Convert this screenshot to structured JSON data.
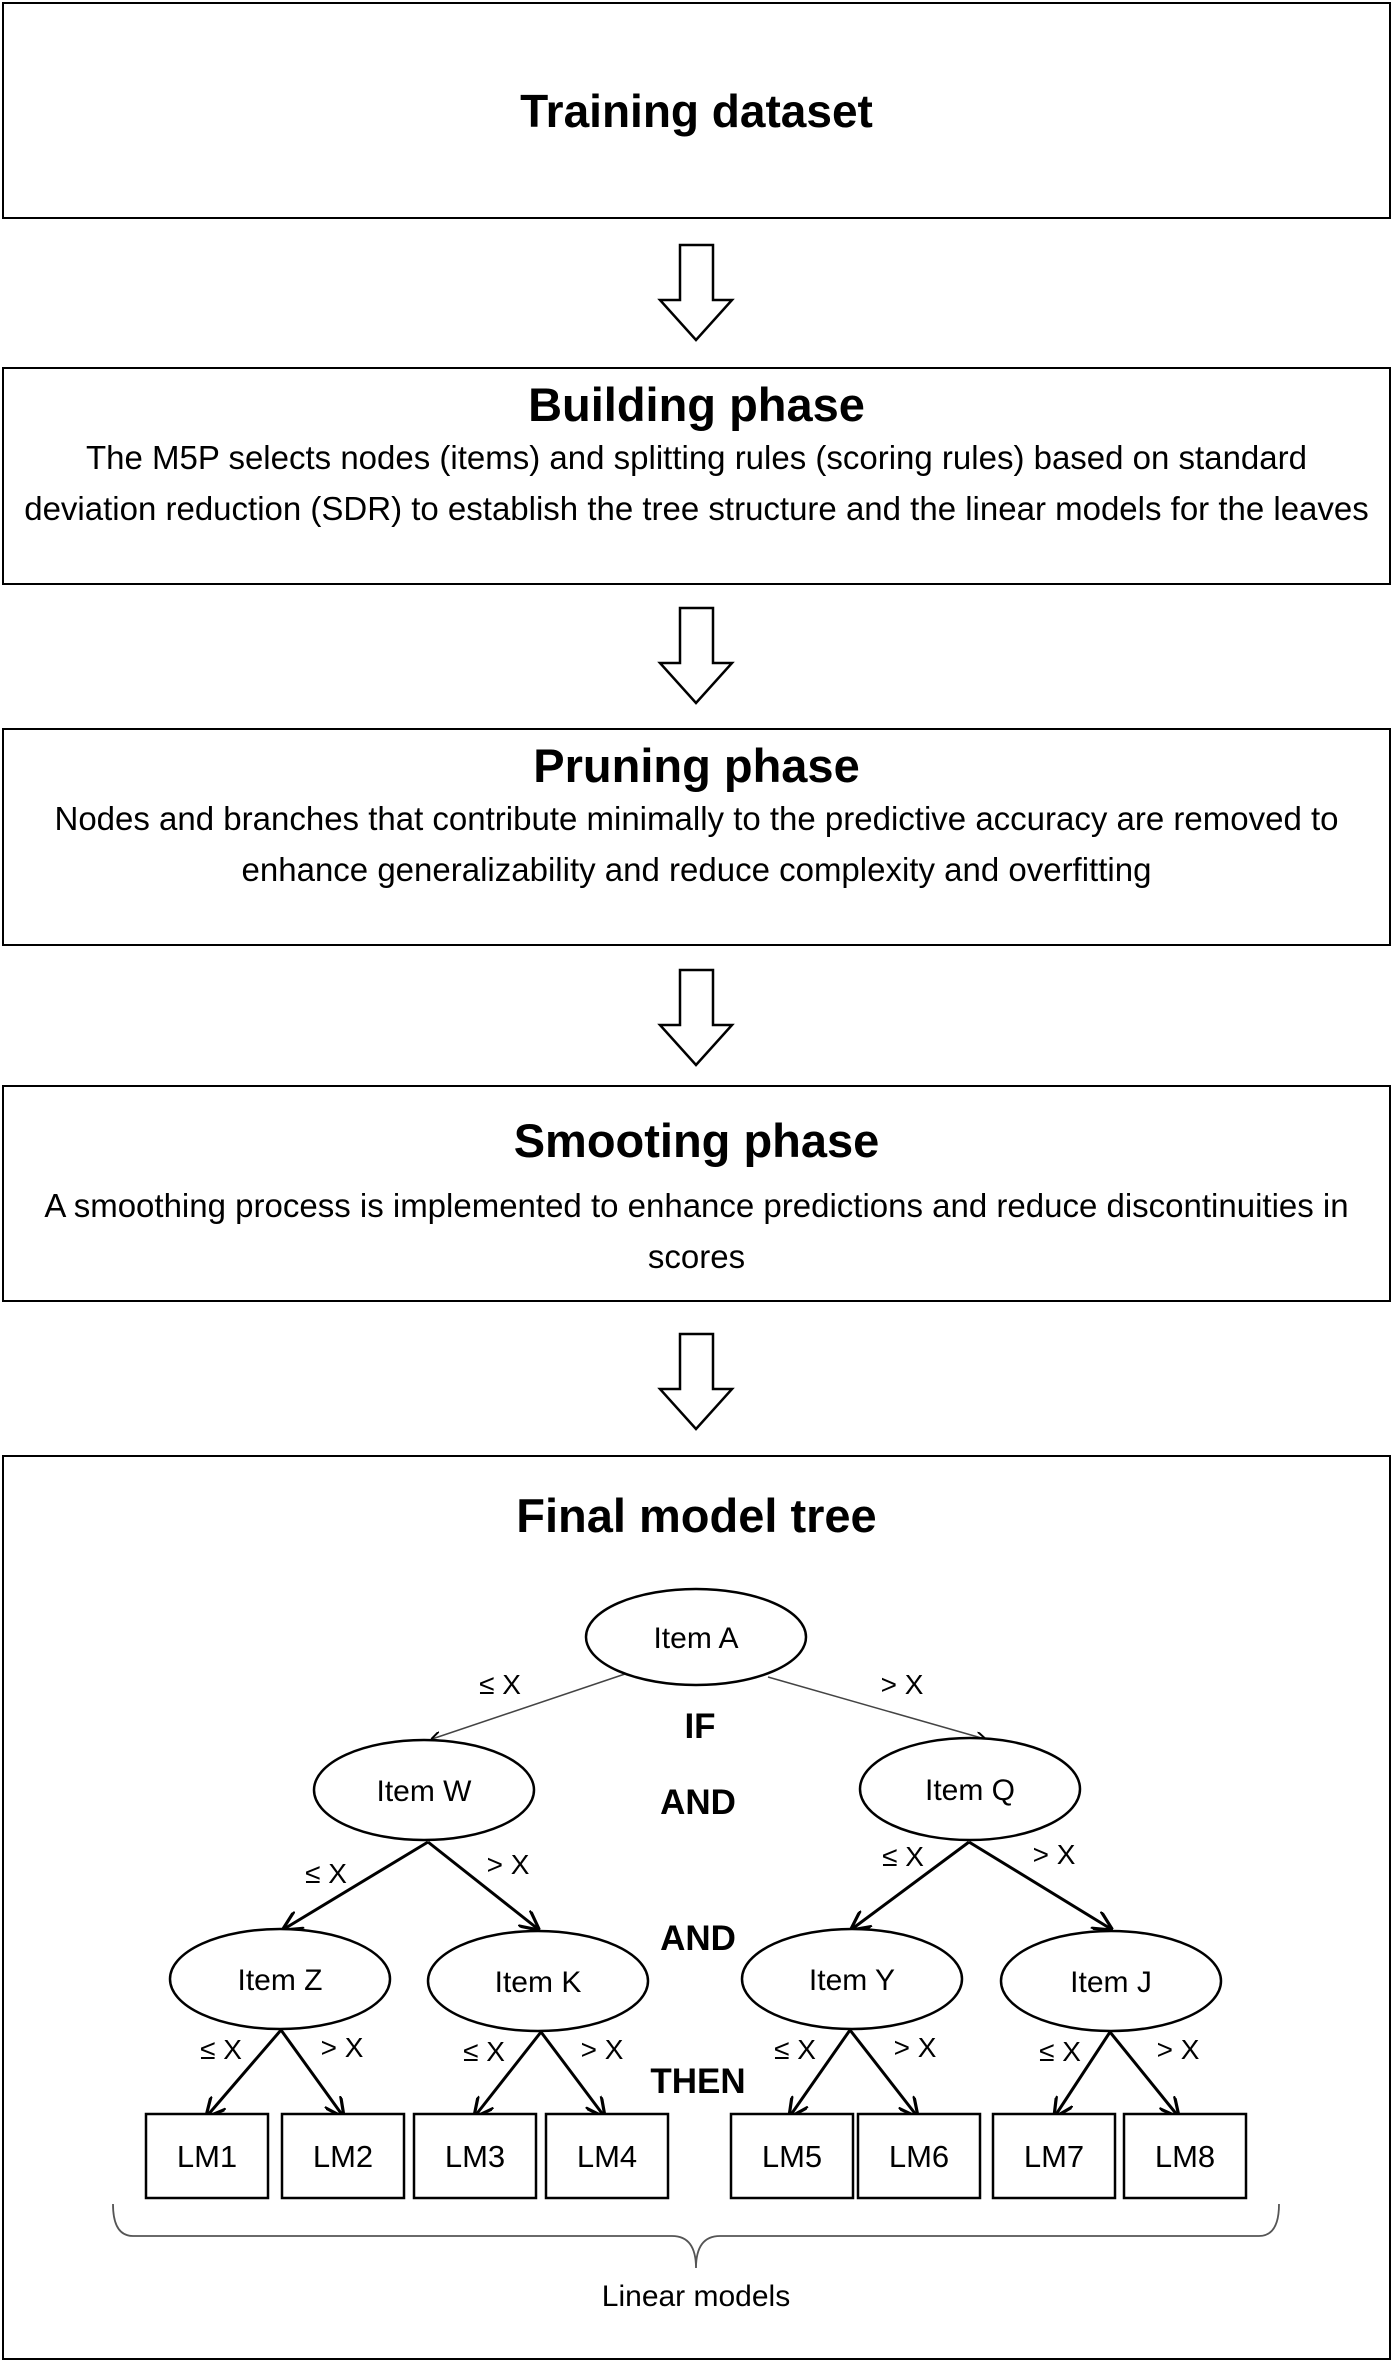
{
  "training": {
    "title": "Training dataset"
  },
  "building": {
    "title": "Building phase",
    "description": "The M5P selects nodes (items) and splitting rules (scoring rules) based on standard deviation reduction (SDR) to establish the tree structure and the linear models for the leaves"
  },
  "pruning": {
    "title": "Pruning phase",
    "description": "Nodes and branches that contribute minimally to the predictive accuracy are removed to enhance generalizability and reduce complexity and overfitting"
  },
  "smoothing": {
    "title": "Smooting phase",
    "description": "A smoothing process is implemented to enhance predictions and reduce discontinuities in scores"
  },
  "final": {
    "title": "Final model tree",
    "root": "Item A",
    "level1": [
      "Item W",
      "Item Q"
    ],
    "level2": [
      "Item Z",
      "Item K",
      "Item Y",
      "Item J"
    ],
    "leaves": [
      "LM1",
      "LM2",
      "LM3",
      "LM4",
      "LM5",
      "LM6",
      "LM7",
      "LM8"
    ],
    "le": "≤ X",
    "gt": "> X",
    "if": "IF",
    "and": "AND",
    "then": "THEN",
    "linear_models": "Linear models"
  }
}
